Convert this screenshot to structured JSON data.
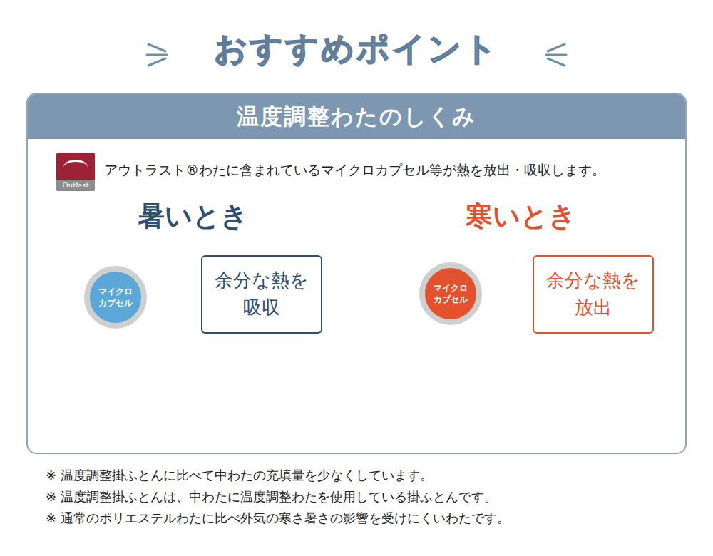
{
  "diagram": {
    "title": "おすすめポイント",
    "nodes": [
      {
        "text": [
          "温度調整わたのしくみ"
        ]
      },
      {
        "text": [
          "Outlast"
        ],
        "in": 0
      },
      {
        "text": [
          "マイクロ カプセル"
        ],
        "in": 0
      },
      {
        "text": [
          "余分な熱を 吸収"
        ],
        "in": 0
      },
      {
        "text": [
          "マイクロ カプセル"
        ],
        "in": 0
      },
      {
        "text": [
          "余分な熱を 放出"
        ],
        "in": 0
      }
    ],
    "labels": [
      "アウトラスト®わたに含まれているマイクロカプセル等が熱を放出・吸収します。",
      "暑いとき",
      "寒いとき",
      "※ 温度調整掛ふとんに比べて中わたの充填量を少なくしています。",
      "※ 温度調整掛ふとんは、中わたに温度調整わたを使用している掛ふとんです。",
      "※ 通常のポリエステルわたに比べ外気の寒さ暑さの影響を受けにくいわたです。"
    ]
  }
}
